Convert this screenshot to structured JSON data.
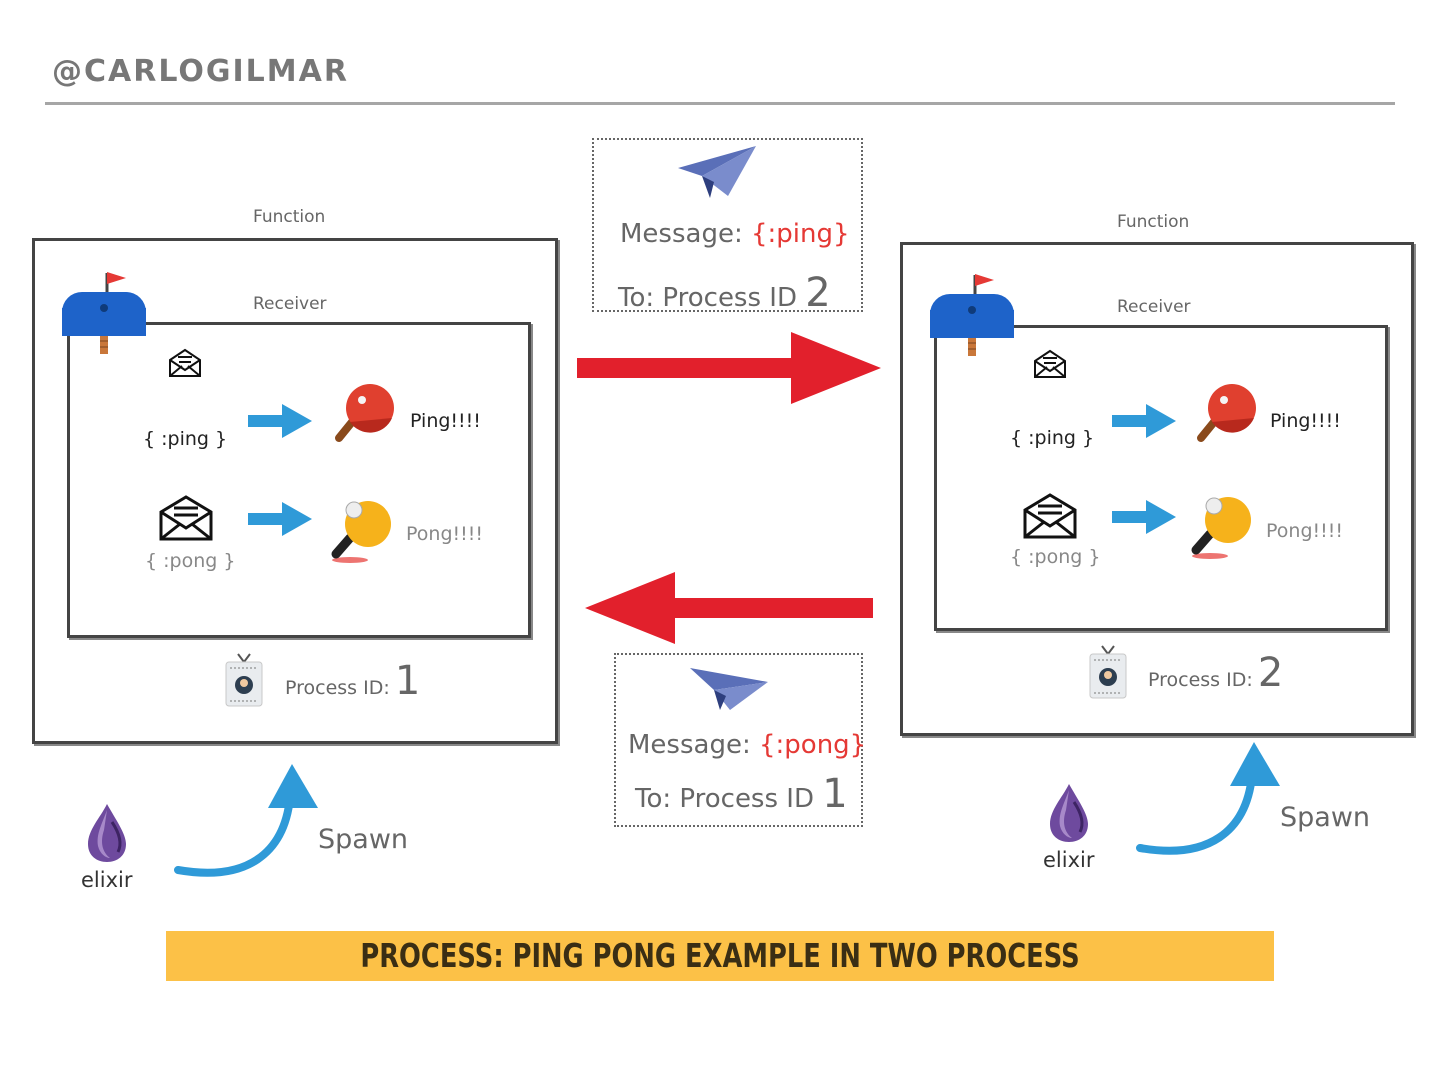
{
  "header": {
    "handle": "@CARLOGILMAR"
  },
  "process_left": {
    "function_label": "Function",
    "receiver_label": "Receiver",
    "ping_msg": "{ :ping }",
    "pong_msg": "{ :pong }",
    "ping_text": "Ping!!!!",
    "pong_text": "Pong!!!!",
    "pid_label": "Process ID:",
    "pid_value": "1",
    "runtime_label": "elixir",
    "spawn_label": "Spawn"
  },
  "process_right": {
    "function_label": "Function",
    "receiver_label": "Receiver",
    "ping_msg": "{ :ping }",
    "pong_msg": "{ :pong }",
    "ping_text": "Ping!!!!",
    "pong_text": "Pong!!!!",
    "pid_label": "Process ID:",
    "pid_value": "2",
    "runtime_label": "elixir",
    "spawn_label": "Spawn"
  },
  "message_top": {
    "label": "Message:",
    "value": "{:ping}",
    "to_label": "To: Process ID",
    "to_value": "2"
  },
  "message_bottom": {
    "label": "Message:",
    "value": "{:pong}",
    "to_label": "To: Process ID",
    "to_value": "1"
  },
  "banner": {
    "text": "PROCESS: PING PONG EXAMPLE IN TWO PROCESS"
  },
  "colors": {
    "arrow_red": "#e2202c",
    "spawn_blue": "#2f9ad8",
    "banner_yellow": "#fcc147",
    "message_red": "#e53935"
  }
}
